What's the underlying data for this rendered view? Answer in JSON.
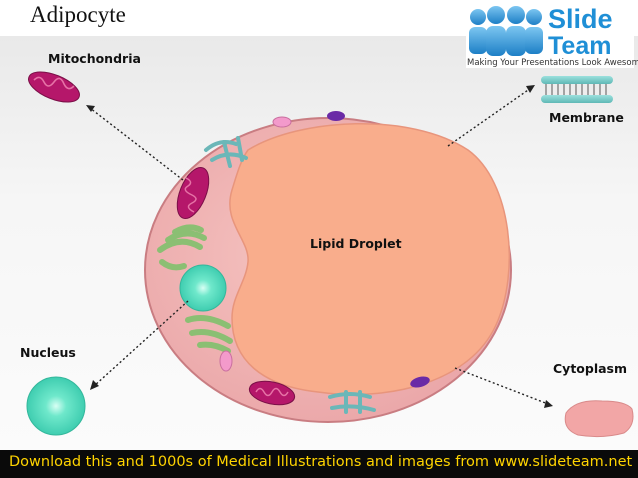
{
  "slide": {
    "title": "Adipocyte",
    "labels": {
      "mitochondria": "Mitochondria",
      "membrane": "Membrane",
      "lipid_droplet": "Lipid Droplet",
      "nucleus": "Nucleus",
      "cytoplasm": "Cytoplasm"
    }
  },
  "logo": {
    "line1": "Slide",
    "line2": "Team",
    "tagline": "Making Your Presentations Look Awesome"
  },
  "footer": {
    "text": "Download this and 1000s of Medical Illustrations and images from www.slideteam.net"
  },
  "colors": {
    "cell_outer": "#e8a2a6",
    "cytoplasm": "#f3b7b5",
    "lipid": "#f9ad8c",
    "mitochondria": "#b5176a",
    "nucleus": "#56e0c1",
    "golgi_green": "#8bbf73",
    "er_teal": "#6bb7b8",
    "vesicle_purple": "#6a2aa6",
    "logo_blue": "#1f8fd6",
    "footer_text": "#ffd400"
  }
}
